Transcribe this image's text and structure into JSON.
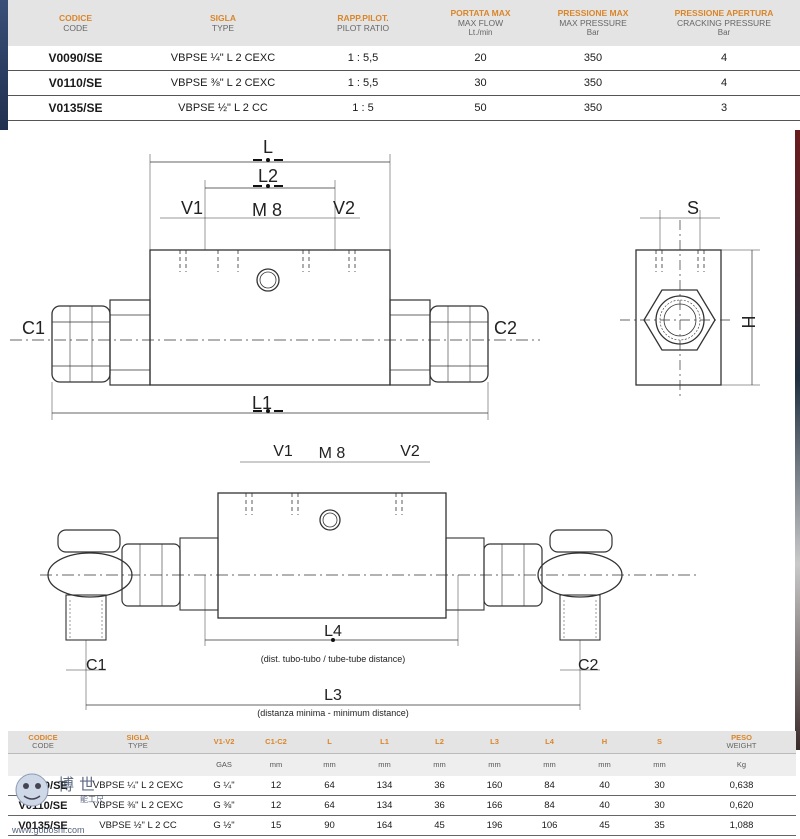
{
  "top_table": {
    "headers": [
      {
        "it": "CODICE",
        "en": "CODE",
        "unit": ""
      },
      {
        "it": "SIGLA",
        "en": "TYPE",
        "unit": ""
      },
      {
        "it": "RAPP.PILOT.",
        "en": "PILOT RATIO",
        "unit": ""
      },
      {
        "it": "PORTATA MAX",
        "en": "MAX FLOW",
        "unit": "Lt./min"
      },
      {
        "it": "PRESSIONE MAX",
        "en": "MAX PRESSURE",
        "unit": "Bar"
      },
      {
        "it": "PRESSIONE APERTURA",
        "en": "CRACKING PRESSURE",
        "unit": "Bar"
      }
    ],
    "rows": [
      [
        "V0090/SE",
        "VBPSE ¼\" L 2 CEXC",
        "1 : 5,5",
        "20",
        "350",
        "4"
      ],
      [
        "V0110/SE",
        "VBPSE ⅜\" L 2 CEXC",
        "1 : 5,5",
        "30",
        "350",
        "4"
      ],
      [
        "V0135/SE",
        "VBPSE ½\" L 2 CC",
        "1 : 5",
        "50",
        "350",
        "3"
      ]
    ]
  },
  "drawing": {
    "labels": {
      "L": "L",
      "L2": "L2",
      "V1": "V1",
      "M8": "M 8",
      "V2": "V2",
      "C1": "C1",
      "C2": "C2",
      "L1": "L1",
      "S": "S",
      "H": "H",
      "L4": "L4",
      "L3": "L3"
    },
    "notes": {
      "tube_distance": "(dist. tubo-tubo / tube-tube distance)",
      "minimum_distance": "(distanza minima - minimum distance)"
    }
  },
  "bottom_table": {
    "headers": [
      {
        "it": "CODICE",
        "en": "CODE",
        "unit": ""
      },
      {
        "it": "SIGLA",
        "en": "TYPE",
        "unit": ""
      },
      {
        "it": "V1-V2",
        "en": "",
        "unit": "GAS"
      },
      {
        "it": "C1-C2",
        "en": "",
        "unit": "mm"
      },
      {
        "it": "L",
        "en": "",
        "unit": "mm"
      },
      {
        "it": "L1",
        "en": "",
        "unit": "mm"
      },
      {
        "it": "L2",
        "en": "",
        "unit": "mm"
      },
      {
        "it": "L3",
        "en": "",
        "unit": "mm"
      },
      {
        "it": "L4",
        "en": "",
        "unit": "mm"
      },
      {
        "it": "H",
        "en": "",
        "unit": "mm"
      },
      {
        "it": "S",
        "en": "",
        "unit": "mm"
      },
      {
        "it": "PESO",
        "en": "WEIGHT",
        "unit": "Kg"
      }
    ],
    "rows": [
      [
        "V0090/SE",
        "VBPSE ¼\" L 2 CEXC",
        "G ¼\"",
        "12",
        "64",
        "134",
        "36",
        "160",
        "84",
        "40",
        "30",
        "0,638"
      ],
      [
        "V0110/SE",
        "VBPSE ⅜\" L 2 CEXC",
        "G ⅜\"",
        "12",
        "64",
        "134",
        "36",
        "166",
        "84",
        "40",
        "30",
        "0,620"
      ],
      [
        "V0135/SE",
        "VBPSE ½\" L 2 CC",
        "G ½\"",
        "15",
        "90",
        "164",
        "45",
        "196",
        "106",
        "45",
        "35",
        "1,088"
      ]
    ]
  },
  "watermark": {
    "line1": "博 世",
    "line2": "能工尺",
    "line3": "www.goboshi.com"
  }
}
